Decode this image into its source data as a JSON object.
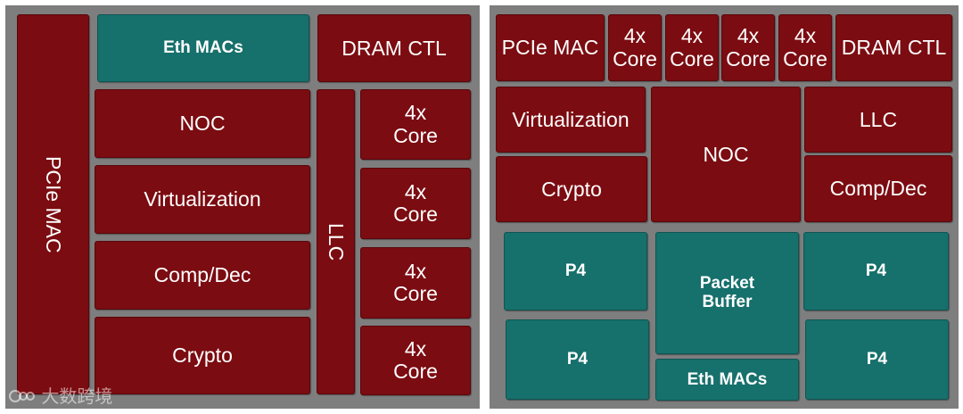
{
  "left_diagram": {
    "pcie_mac": "PCIe MAC",
    "eth_macs": "Eth MACs",
    "dram_ctl": "DRAM CTL",
    "noc": "NOC",
    "virtualization": "Virtualization",
    "comp_dec": "Comp/Dec",
    "crypto": "Crypto",
    "llc": "LLC",
    "cores": [
      "4x\nCore",
      "4x\nCore",
      "4x\nCore",
      "4x\nCore"
    ]
  },
  "right_diagram": {
    "pcie_mac": "PCIe MAC",
    "cores": [
      "4x\nCore",
      "4x\nCore",
      "4x\nCore",
      "4x\nCore"
    ],
    "dram_ctl": "DRAM CTL",
    "virtualization": "Virtualization",
    "crypto": "Crypto",
    "noc": "NOC",
    "llc": "LLC",
    "comp_dec": "Comp/Dec",
    "p4_blocks": [
      "P4",
      "P4",
      "P4",
      "P4"
    ],
    "packet_buffer": "Packet\nBuffer",
    "eth_macs": "Eth MACs"
  },
  "watermark": "大数跨境",
  "colors": {
    "panel_background": "#7e7e7e",
    "red_block": "#7b0c11",
    "teal_block": "#16706c",
    "text": "#ffffff"
  }
}
